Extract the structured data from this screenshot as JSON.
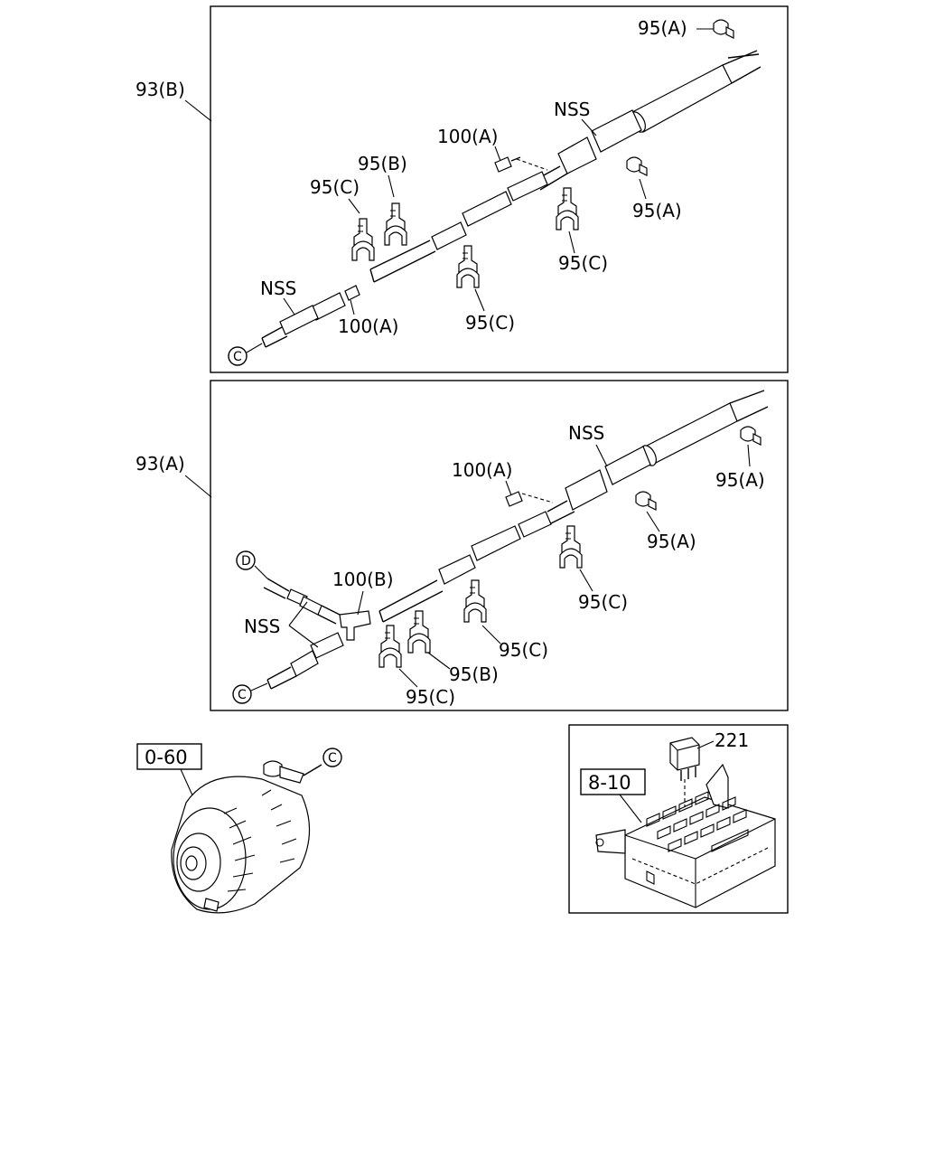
{
  "panel_b": {
    "ref": "93(B)",
    "labels": {
      "clip_a_top": "95(A)",
      "nss_right": "NSS",
      "bolt_100a_upper": "100(A)",
      "clip_95b": "95(B)",
      "clip_95c_left": "95(C)",
      "clip_a_right": "95(A)",
      "clip_95c_right": "95(C)",
      "nss_left": "NSS",
      "bolt_100a_lower": "100(A)",
      "clip_95c_mid": "95(C)",
      "connector": "C"
    }
  },
  "panel_a": {
    "ref": "93(A)",
    "labels": {
      "nss_right": "NSS",
      "bolt_100a": "100(A)",
      "clip_a_right": "95(A)",
      "clip_a_mid": "95(A)",
      "connector_d": "D",
      "tee_100b": "100(B)",
      "clip_95c_right": "95(C)",
      "nss_left": "NSS",
      "clip_95c_mid": "95(C)",
      "clip_95b": "95(B)",
      "clip_95c_bottom": "95(C)",
      "connector_c": "C"
    }
  },
  "alternator": {
    "ref_box": "0-60",
    "connector": "C"
  },
  "relay_box": {
    "ref_box": "8-10",
    "relay_label": "221"
  }
}
